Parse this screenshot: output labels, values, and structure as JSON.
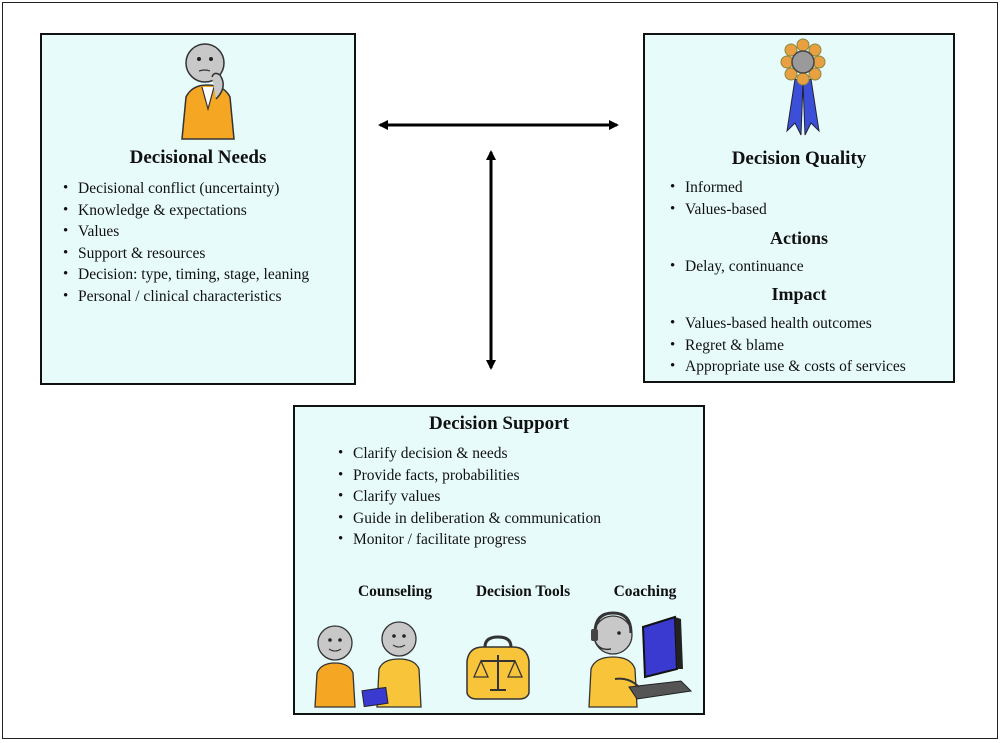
{
  "decisional_needs": {
    "title": "Decisional Needs",
    "items": [
      "Decisional conflict (uncertainty)",
      "Knowledge & expectations",
      "Values",
      "Support & resources",
      "Decision: type, timing, stage, leaning",
      "Personal / clinical characteristics"
    ]
  },
  "decision_quality": {
    "title": "Decision Quality",
    "items": [
      "Informed",
      "Values-based"
    ],
    "actions_title": "Actions",
    "actions_items": [
      "Delay, continuance"
    ],
    "impact_title": "Impact",
    "impact_items": [
      "Values-based health outcomes",
      "Regret & blame",
      "Appropriate use & costs of services"
    ]
  },
  "decision_support": {
    "title": "Decision Support",
    "items": [
      "Clarify decision & needs",
      "Provide facts, probabilities",
      "Clarify values",
      "Guide in deliberation & communication",
      "Monitor / facilitate progress"
    ],
    "subsections": [
      "Counseling",
      "Decision Tools",
      "Coaching"
    ]
  },
  "icons": [
    "thinking-person-icon",
    "award-ribbon-icon",
    "counseling-people-icon",
    "scales-bag-icon",
    "coach-computer-icon"
  ],
  "colors": {
    "box_fill": "#e8fbfb",
    "figure_orange": "#f5a623",
    "figure_head": "#c8c8c8",
    "ribbon_blue": "#3b4fd8",
    "screen_blue": "#3a3ad0"
  }
}
